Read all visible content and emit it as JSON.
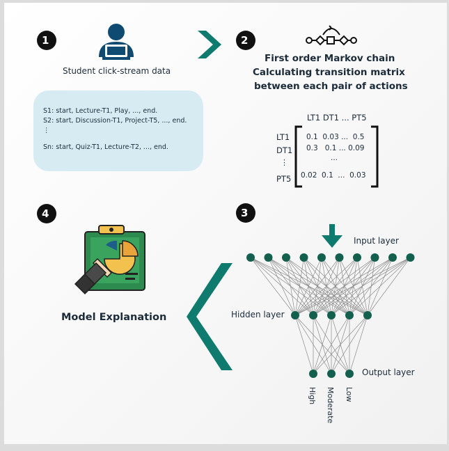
{
  "steps": {
    "s1": "1",
    "s2": "2",
    "s3": "3",
    "s4": "4"
  },
  "clickstream": {
    "label": "Student click-stream data",
    "lines": [
      "S1: start, Lecture-T1, Play, ..., end.",
      "S2: start, Discussion-T1, Project-T5, ..., end.",
      "⋮",
      "Sn: start, Quiz-T1, Lecture-T2, ..., end."
    ]
  },
  "markov": {
    "title": "First order Markov chain",
    "subtitle_line1": "Calculating transition matrix",
    "subtitle_line2": "between each pair of actions",
    "col_header": "LT1 DT1 ... PT5",
    "row_labels": [
      "LT1",
      "DT1",
      "⋮",
      "PT5"
    ],
    "rows": [
      "0.1  0.03 ...  0.5",
      "0.3   0.1 ... 0.09",
      "...",
      "0.02  0.1  ...  0.03"
    ]
  },
  "network": {
    "input_label": "Input layer",
    "hidden_label": "Hidden layer",
    "output_label": "Output layer",
    "outputs": [
      "High",
      "Moderate",
      "Low"
    ],
    "input_count": 10,
    "hidden_count": 5,
    "output_count": 3
  },
  "explanation": {
    "label": "Model Explanation"
  },
  "colors": {
    "teal": "#0f7a6e",
    "node": "#13604f",
    "box": "#d7ecf2",
    "navy": "#0e4a72"
  }
}
